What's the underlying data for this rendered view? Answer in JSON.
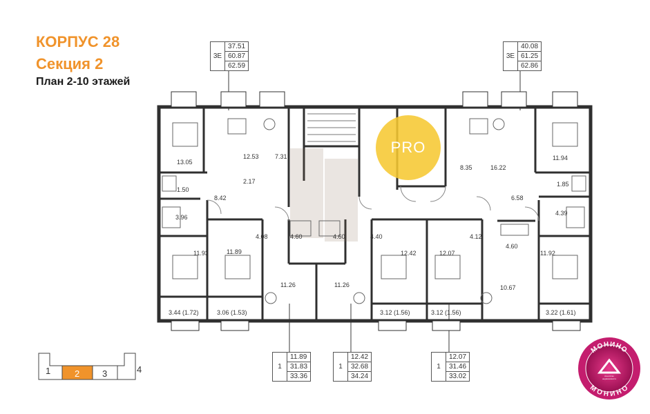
{
  "heading": {
    "building": "КОРПУС 28",
    "section": "Секция 2",
    "floors": "План 2-10 этажей"
  },
  "accent_color": "#f0932b",
  "top_boxes": [
    {
      "type": "3Е",
      "v1": "37.51",
      "v2": "60.87",
      "v3": "62.59"
    },
    {
      "type": "3Е",
      "v1": "40.08",
      "v2": "61.25",
      "v3": "62.86"
    }
  ],
  "bottom_boxes": [
    {
      "type": "1",
      "v1": "11.89",
      "v2": "31.83",
      "v3": "33.36"
    },
    {
      "type": "1",
      "v1": "12.42",
      "v2": "32.68",
      "v3": "34.24"
    },
    {
      "type": "1",
      "v1": "12.07",
      "v2": "31.46",
      "v3": "33.02"
    }
  ],
  "areas": {
    "a13_05": "13.05",
    "a12_53": "12.53",
    "a7_31": "7.31",
    "a2_17": "2.17",
    "a1_50": "1.50",
    "a8_42": "8.42",
    "a3_96": "3.96",
    "a11_93": "11.93",
    "a4_08": "4.08",
    "a11_89": "11.89",
    "a4_60a": "4.60",
    "a4_60b": "4.60",
    "a4_40": "4.40",
    "a12_42": "12.42",
    "a12_07": "12.07",
    "a4_12": "4.12",
    "a4_60c": "4.60",
    "a11_92": "11.92",
    "a10_67": "10.67",
    "a11_26a": "11.26",
    "a11_26b": "11.26",
    "a8_35": "8.35",
    "a16_22": "16.22",
    "a11_94": "11.94",
    "a1_85": "1.85",
    "a6_58": "6.58",
    "a4_39": "4.39"
  },
  "balconies": [
    "3.44 (1.72)",
    "3.06 (1.53)",
    "3.12 (1.56)",
    "3.12 (1.56)",
    "3.22 (1.61)"
  ],
  "watermark": "PRO",
  "keyplan": {
    "s1": "1",
    "s2": "2",
    "s3": "3",
    "s4": "4"
  },
  "logo": {
    "top": "МОНИНО",
    "bottom": "МОНИНО",
    "center1": "Агентство",
    "center2": "недвижимости"
  }
}
